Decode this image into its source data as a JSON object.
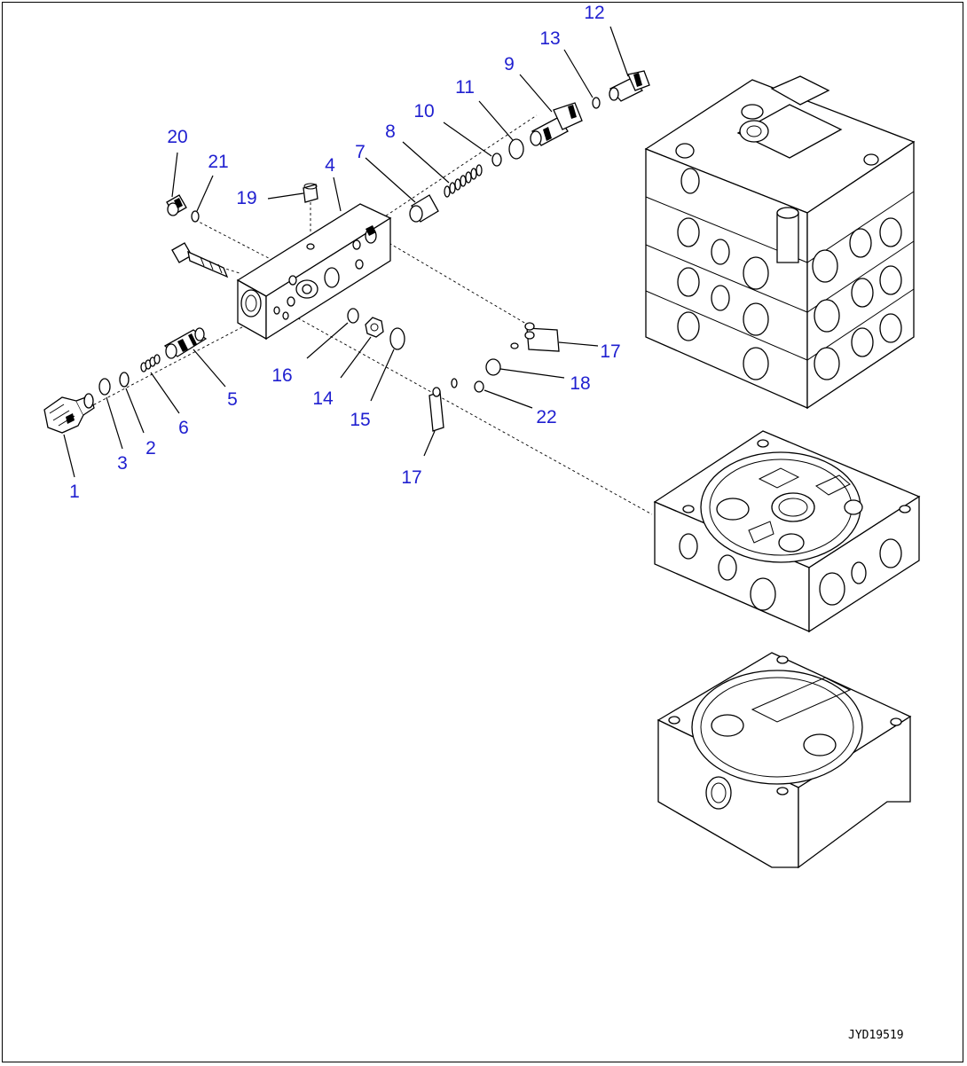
{
  "drawing": {
    "figure_id": "JYD19519",
    "callouts": [
      {
        "id": "c1",
        "label": "1"
      },
      {
        "id": "c2",
        "label": "2"
      },
      {
        "id": "c3",
        "label": "3"
      },
      {
        "id": "c4",
        "label": "4"
      },
      {
        "id": "c5",
        "label": "5"
      },
      {
        "id": "c6",
        "label": "6"
      },
      {
        "id": "c7",
        "label": "7"
      },
      {
        "id": "c8",
        "label": "8"
      },
      {
        "id": "c9",
        "label": "9"
      },
      {
        "id": "c10",
        "label": "10"
      },
      {
        "id": "c11",
        "label": "11"
      },
      {
        "id": "c12",
        "label": "12"
      },
      {
        "id": "c13",
        "label": "13"
      },
      {
        "id": "c14",
        "label": "14"
      },
      {
        "id": "c15",
        "label": "15"
      },
      {
        "id": "c16",
        "label": "16"
      },
      {
        "id": "c17a",
        "label": "17"
      },
      {
        "id": "c17b",
        "label": "17"
      },
      {
        "id": "c18",
        "label": "18"
      },
      {
        "id": "c19",
        "label": "19"
      },
      {
        "id": "c20",
        "label": "20"
      },
      {
        "id": "c21",
        "label": "21"
      },
      {
        "id": "c22",
        "label": "22"
      }
    ],
    "colors": {
      "callout": "#2020d0",
      "line": "#000000",
      "background": "#ffffff"
    }
  }
}
